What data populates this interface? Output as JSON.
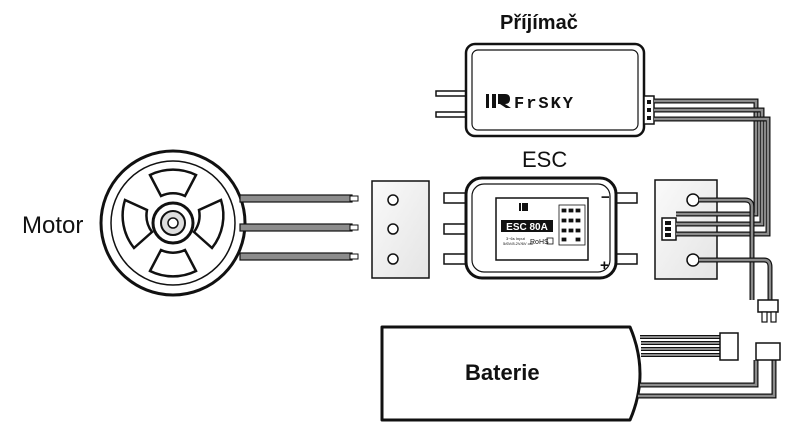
{
  "labels": {
    "receiver": "Příjímač",
    "esc": "ESC",
    "motor": "Motor",
    "battery": "Baterie"
  },
  "receiver_logo": "FrSKY",
  "esc_module": {
    "model": "ESC 80A",
    "input_text_1": "3~6s Input",
    "input_text_2": "5/6V/8.2V/6V out",
    "rohs": "RoHS",
    "minus": "−",
    "plus": "+"
  },
  "colors": {
    "line": "#111111",
    "wire_fill": "#8c8c8c",
    "board_fill": "#eeeeee"
  }
}
